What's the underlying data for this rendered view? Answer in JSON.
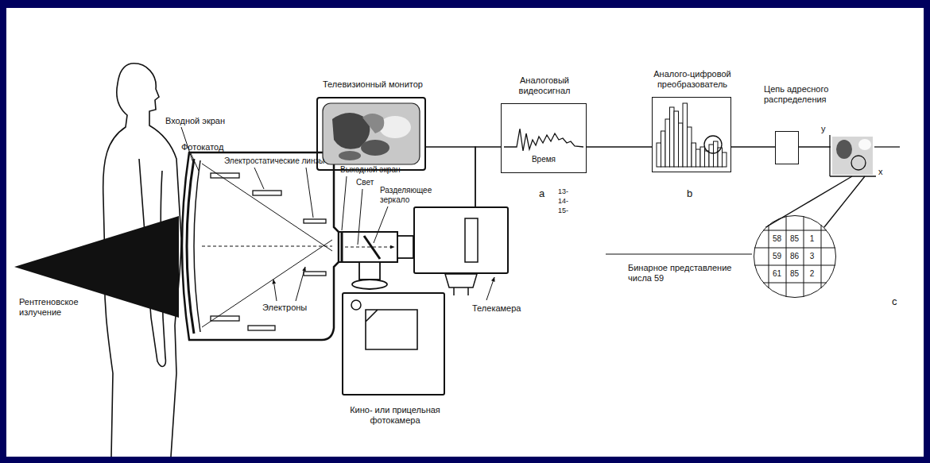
{
  "diagram": {
    "nodes": [
      {
        "text": [
          "Телевизионный монитор"
        ]
      },
      {
        "text": [
          "Аналоговый видеосигнал",
          "Время"
        ]
      },
      {
        "text": [
          "Аналого-цифровой преобразователь"
        ]
      },
      {
        "text": [
          "Цепь адресного распределения"
        ]
      },
      {
        "text": [
          "y",
          "x"
        ]
      },
      {
        "text": [
          "Телекамера"
        ]
      },
      {
        "text": [
          "Кино- или прицельная фотокамера"
        ]
      },
      {
        "text": [
          "58",
          "85",
          "1",
          "59",
          "86",
          "3",
          "61",
          "85",
          "2"
        ]
      }
    ],
    "edges": [
      {
        "from": 5,
        "to": 0,
        "arrow": "none"
      },
      {
        "from": 5,
        "to": 1,
        "arrow": "none"
      },
      {
        "from": 1,
        "to": 2,
        "arrow": "none"
      },
      {
        "from": 2,
        "to": 3,
        "arrow": "none"
      },
      {
        "from": 3,
        "to": 4,
        "arrow": "none"
      },
      {
        "from": 4,
        "to": 7,
        "arrow": "none"
      }
    ],
    "labels": [
      "Входной экран",
      "Фотокатод",
      "Электростатические линзы",
      "Выходной экран",
      "Свет",
      "Разделяющее зеркало",
      "Рентгеновское излучение",
      "Электроны",
      "a",
      "13-",
      "14-",
      "15-",
      "b",
      "c",
      "Бинарное представление числа 59"
    ]
  }
}
